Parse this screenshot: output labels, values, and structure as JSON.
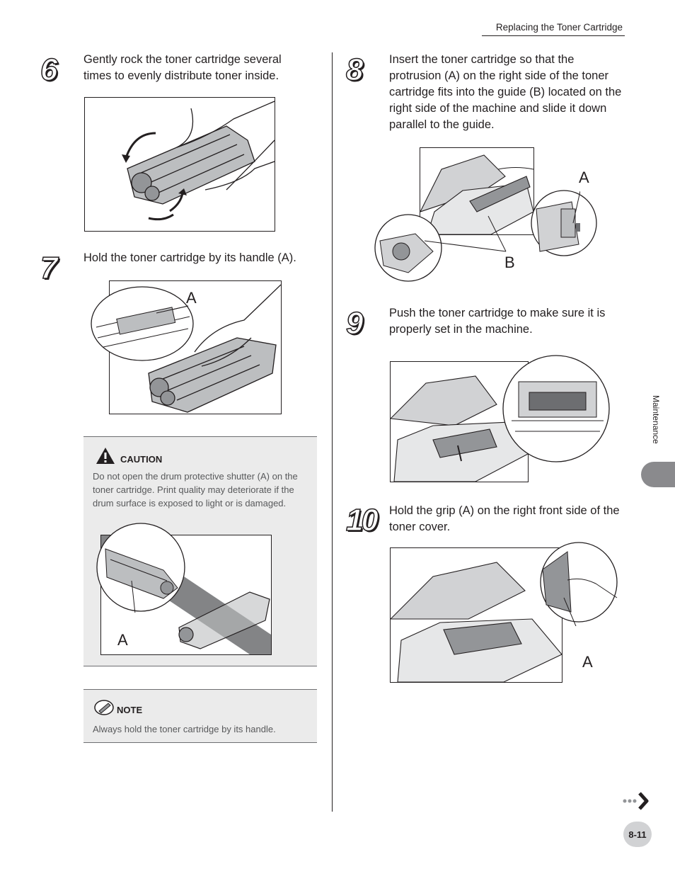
{
  "header": {
    "title": "Replacing the Toner Cartridge"
  },
  "steps": [
    {
      "number": "6",
      "text": "Gently rock the toner cartridge several times to evenly distribute toner inside."
    },
    {
      "number": "7",
      "text": "Hold the toner cartridge by its handle (A)."
    },
    {
      "number": "8",
      "text": "Insert the toner cartridge so that the protrusion (A) on the right side of the toner cartridge fits into the guide (B) located on the right side of the machine and slide it down parallel to the guide."
    },
    {
      "number": "9",
      "text": "Push the toner cartridge to make sure it is properly set in the machine."
    },
    {
      "number": "10",
      "text": "Hold the grip (A) on the right front side of the toner cover."
    }
  ],
  "caution": {
    "title": "CAUTION",
    "text": "Do not open the drum protective shutter (A) on the toner cartridge. Print quality may deteriorate if the drum surface is exposed to light or is damaged."
  },
  "note": {
    "title": "NOTE",
    "text": "Always hold the toner cartridge by its handle."
  },
  "figure_labels": {
    "fig7_a": "A",
    "caution_a": "A",
    "fig8_a": "A",
    "fig8_b": "B",
    "fig10_a": "A"
  },
  "side_tab": {
    "label": "Maintenance"
  },
  "footer": {
    "page_number": "8-11"
  }
}
